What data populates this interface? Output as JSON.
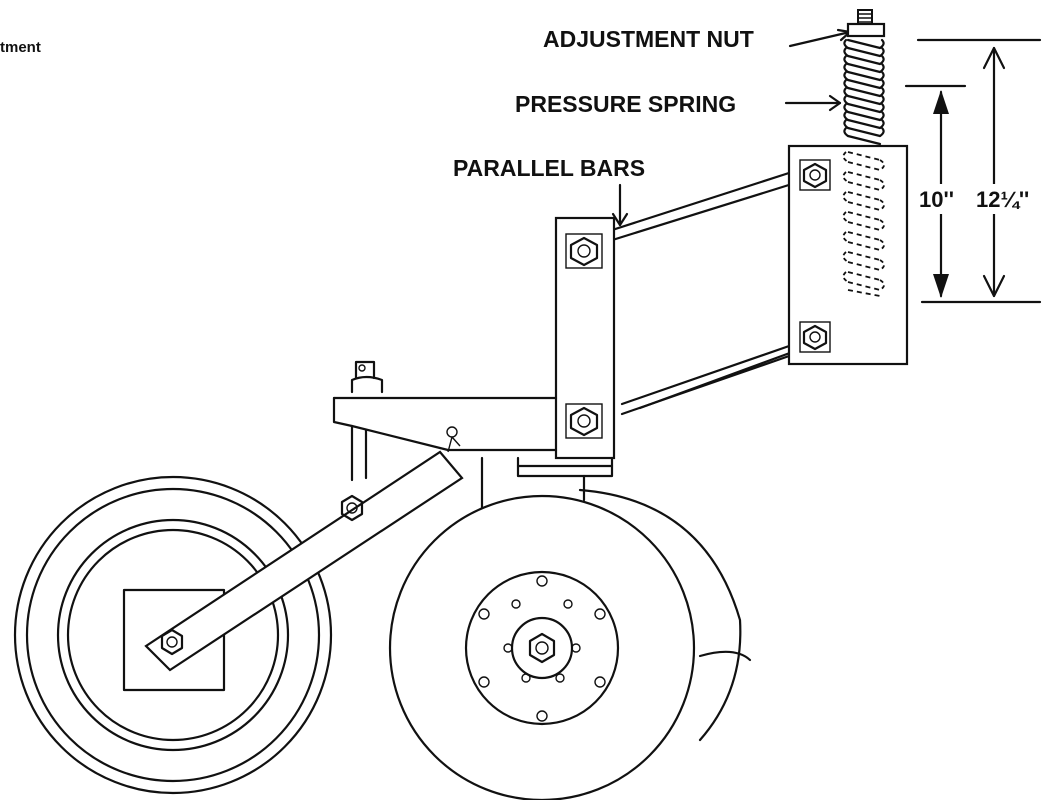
{
  "caption_fragment": "tment",
  "labels": {
    "adjustment_nut": "ADJUSTMENT NUT",
    "pressure_spring": "PRESSURE SPRING",
    "parallel_bars": "PARALLEL BARS"
  },
  "dimensions": {
    "inner": "10''",
    "outer": "12¼''"
  },
  "colors": {
    "ink": "#111111",
    "background": "#ffffff"
  }
}
